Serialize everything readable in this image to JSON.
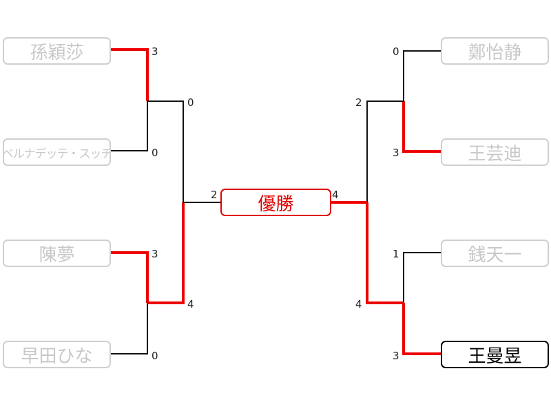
{
  "title": "優勝",
  "colors": {
    "winner": "#ee0000",
    "loser": "#111111",
    "eliminated": "#c8c8c8"
  },
  "players": {
    "L1": "孫穎莎",
    "L2": "ベルナデッテ・スッチ",
    "L3": "陳夢",
    "L4": "早田ひな",
    "R1": "鄭怡静",
    "R2": "王芸迪",
    "R3": "銭天一",
    "R4": "王曼昱"
  },
  "scores": {
    "r1_L1": "3",
    "r1_L2": "0",
    "r1_L3": "3",
    "r1_L4": "0",
    "r1_R1": "0",
    "r1_R2": "3",
    "r1_R3": "1",
    "r1_R4": "3",
    "sf_L_top": "0",
    "sf_L_bot": "4",
    "sf_R_top": "2",
    "sf_R_bot": "4",
    "final_L": "2",
    "final_R": "4"
  }
}
